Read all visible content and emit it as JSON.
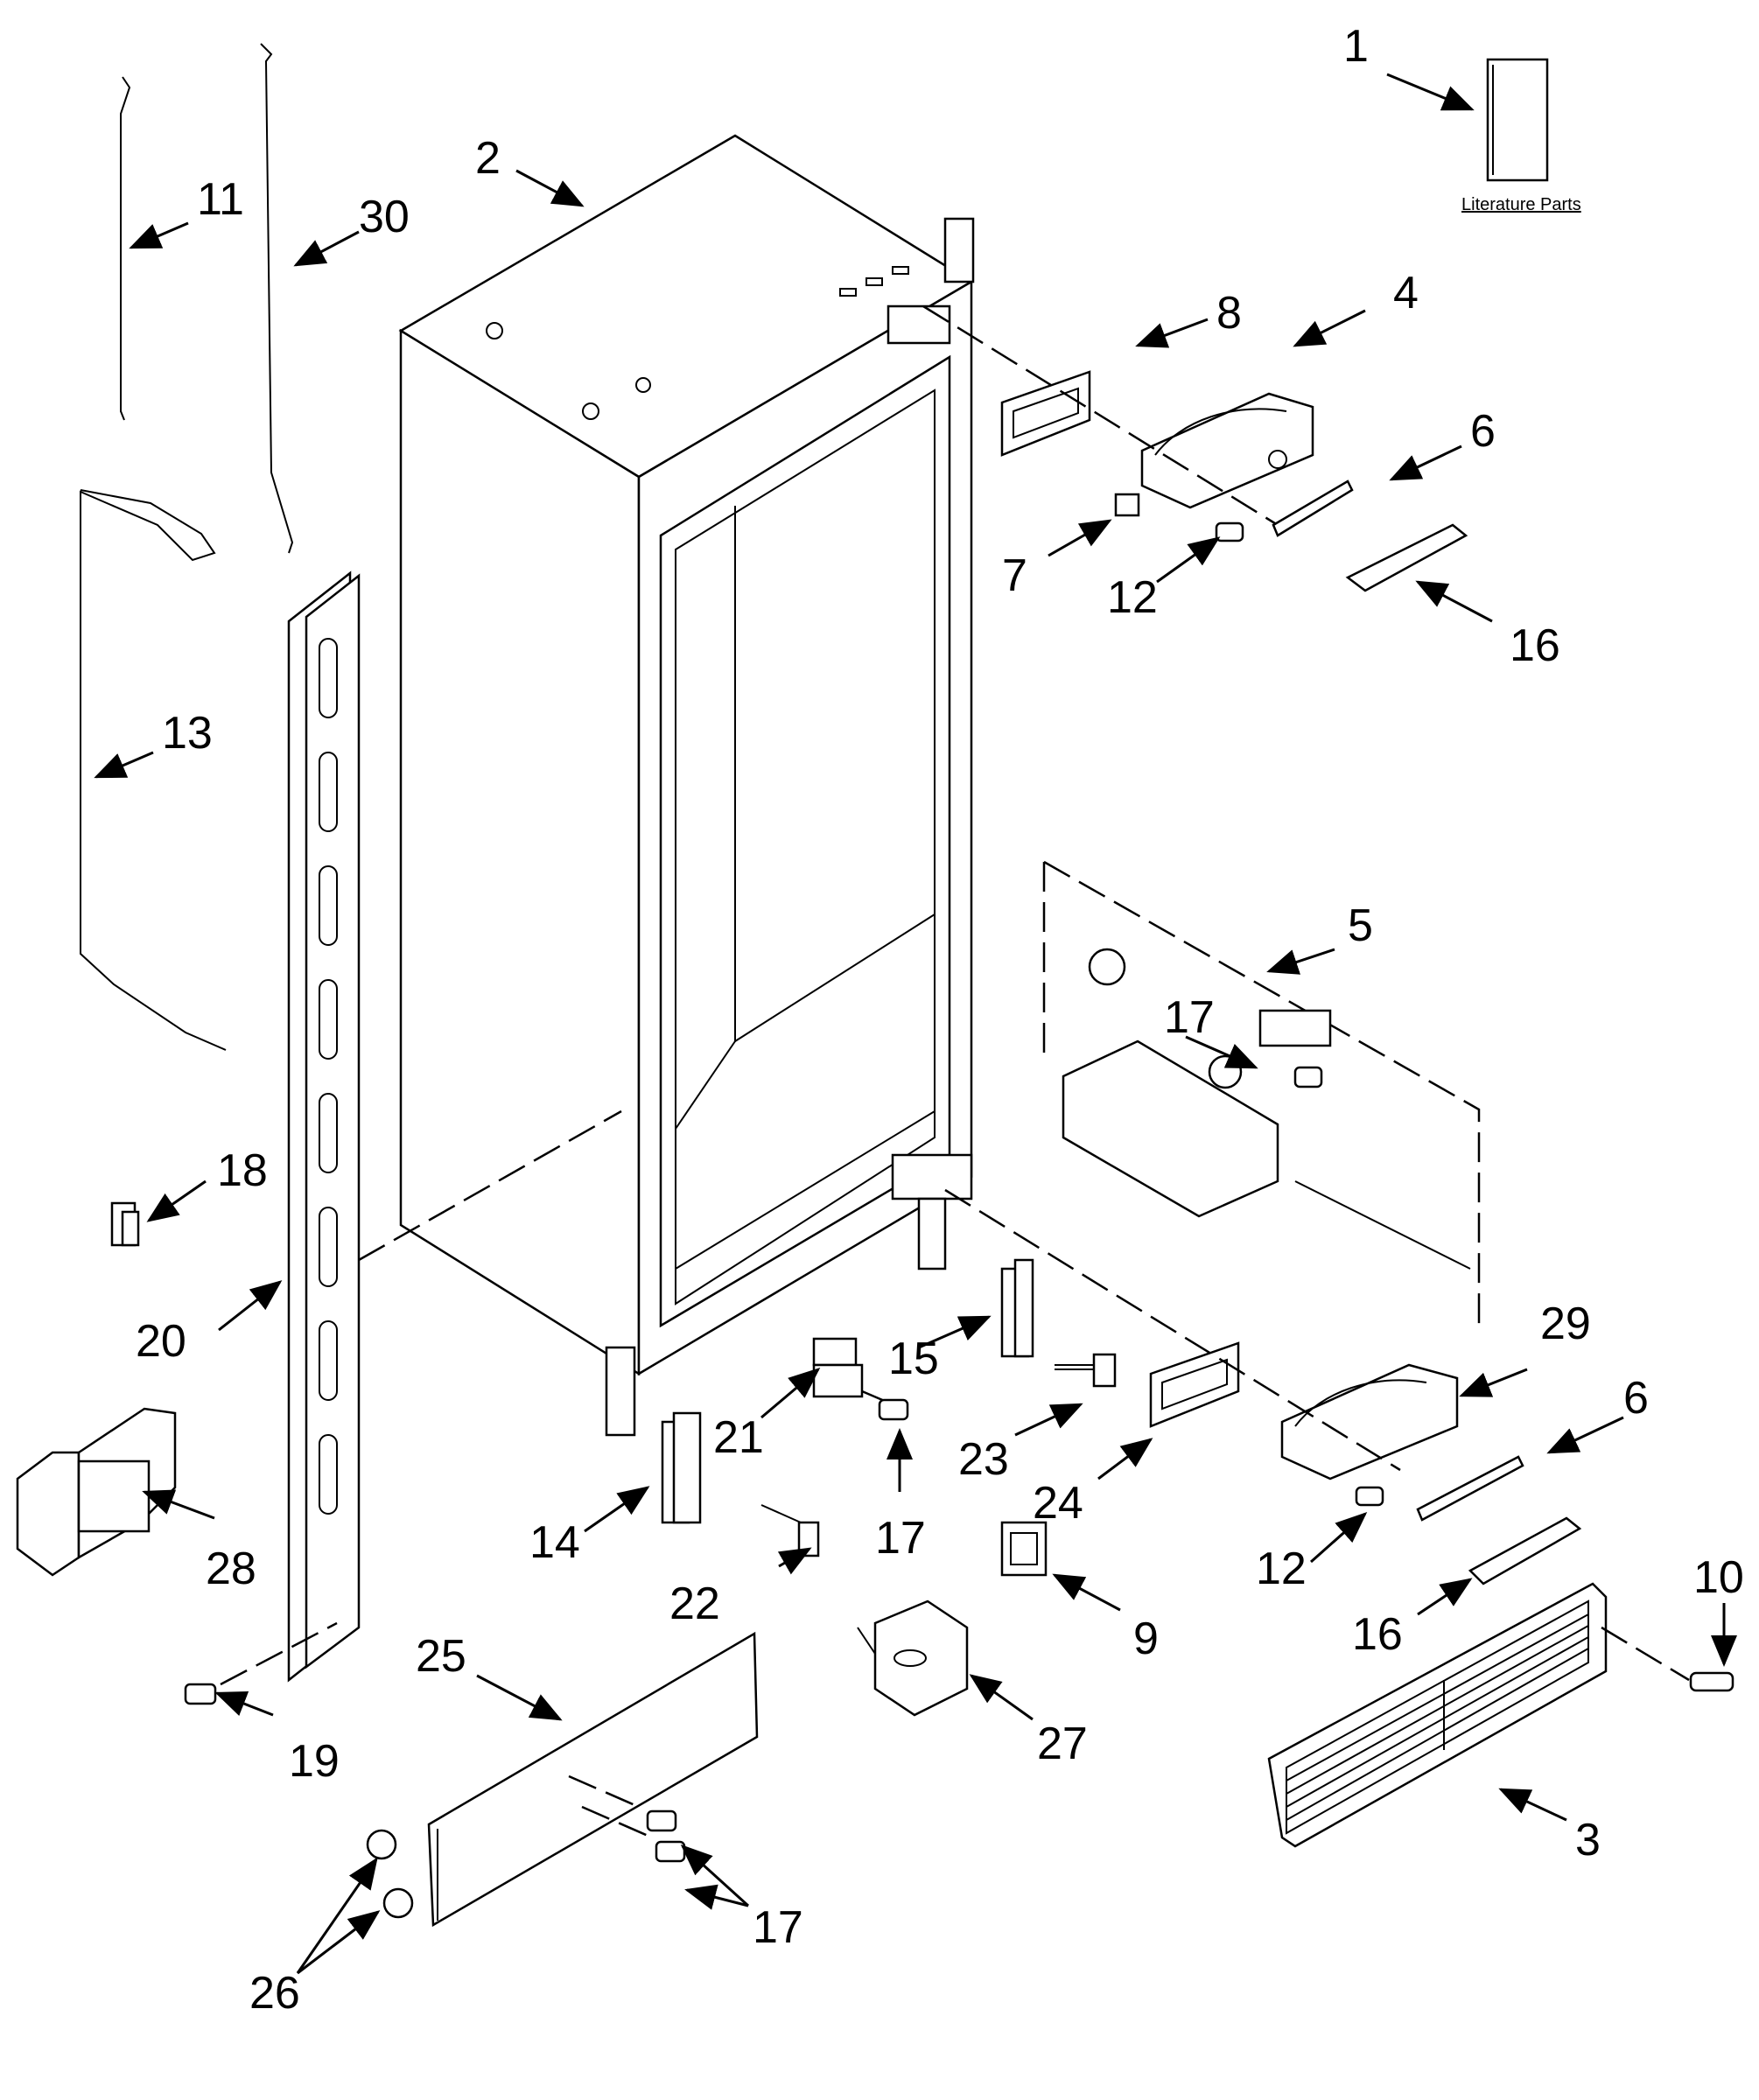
{
  "literature_label": "Literature Parts",
  "callouts": [
    {
      "id": "1",
      "label": "1"
    },
    {
      "id": "2",
      "label": "2"
    },
    {
      "id": "3",
      "label": "3"
    },
    {
      "id": "4",
      "label": "4"
    },
    {
      "id": "5",
      "label": "5"
    },
    {
      "id": "6a",
      "label": "6"
    },
    {
      "id": "6b",
      "label": "6"
    },
    {
      "id": "7",
      "label": "7"
    },
    {
      "id": "8",
      "label": "8"
    },
    {
      "id": "9",
      "label": "9"
    },
    {
      "id": "10",
      "label": "10"
    },
    {
      "id": "11",
      "label": "11"
    },
    {
      "id": "12a",
      "label": "12"
    },
    {
      "id": "12b",
      "label": "12"
    },
    {
      "id": "13",
      "label": "13"
    },
    {
      "id": "14",
      "label": "14"
    },
    {
      "id": "15",
      "label": "15"
    },
    {
      "id": "16a",
      "label": "16"
    },
    {
      "id": "16b",
      "label": "16"
    },
    {
      "id": "17a",
      "label": "17"
    },
    {
      "id": "17b",
      "label": "17"
    },
    {
      "id": "17c",
      "label": "17"
    },
    {
      "id": "18",
      "label": "18"
    },
    {
      "id": "19",
      "label": "19"
    },
    {
      "id": "20",
      "label": "20"
    },
    {
      "id": "21",
      "label": "21"
    },
    {
      "id": "22",
      "label": "22"
    },
    {
      "id": "23",
      "label": "23"
    },
    {
      "id": "24",
      "label": "24"
    },
    {
      "id": "25",
      "label": "25"
    },
    {
      "id": "26",
      "label": "26"
    },
    {
      "id": "27",
      "label": "27"
    },
    {
      "id": "28",
      "label": "28"
    },
    {
      "id": "29",
      "label": "29"
    },
    {
      "id": "30",
      "label": "30"
    }
  ]
}
